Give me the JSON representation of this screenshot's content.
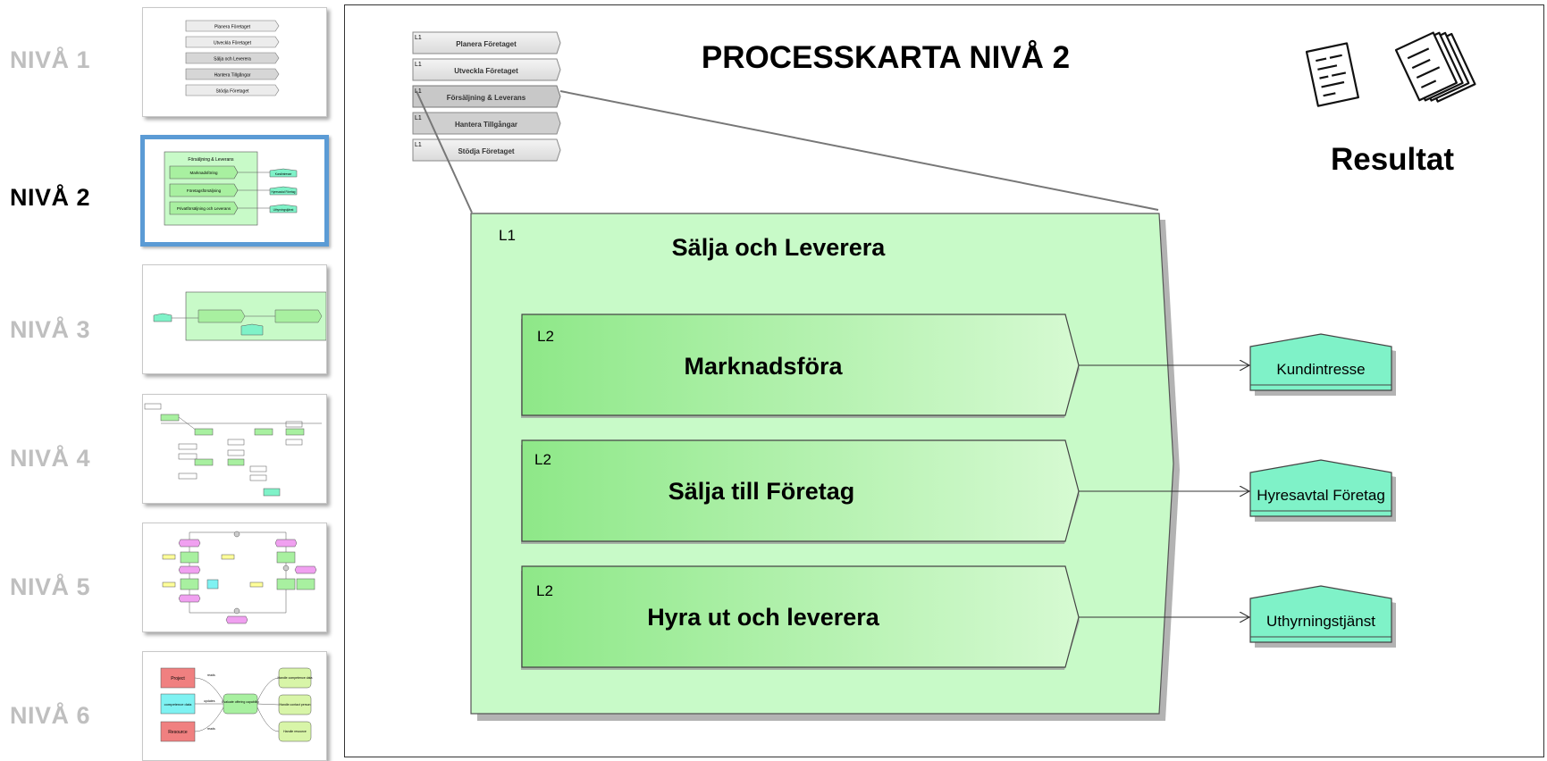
{
  "levels": [
    {
      "label": "NIVÅ 1",
      "active": false
    },
    {
      "label": "NIVÅ 2",
      "active": true
    },
    {
      "label": "NIVÅ 3",
      "active": false
    },
    {
      "label": "NIVÅ 4",
      "active": false
    },
    {
      "label": "NIVÅ 5",
      "active": false
    },
    {
      "label": "NIVÅ 6",
      "active": false
    }
  ],
  "thumbnails": {
    "level1_items": [
      "Planera Företaget",
      "Utveckla Företaget",
      "Sälja och Leverera",
      "Hantera Tillgångar",
      "Stödja Företaget"
    ],
    "level2": {
      "title": "Försäljning & Leverans",
      "items": [
        "Marknadsföring",
        "Företagsförsäljning",
        "Privatförsäljning och Leverans"
      ],
      "outputs": [
        "Kundintresse",
        "Hyresavtal Företag",
        "Uthyrningstjänst"
      ]
    },
    "level6": {
      "boxes": [
        "Project",
        "competence data",
        "Resource",
        "Evaluate offering capability",
        "Handle competence data",
        "Handle contact person",
        "Handle resource"
      ],
      "edge_labels": [
        "reads",
        "updates",
        "reads"
      ]
    }
  },
  "diagram": {
    "title": "PROCESSKARTA NIVÅ 2",
    "result_label": "Resultat",
    "nav_tag": "L1",
    "nav_items": [
      "Planera Företaget",
      "Utveckla Företaget",
      "Försäljning & Leverans",
      "Hantera Tillgångar",
      "Stödja Företaget"
    ],
    "nav_selected_index": 2,
    "main_process": {
      "tag": "L1",
      "title": "Sälja och Leverera"
    },
    "sub_processes": [
      {
        "tag": "L2",
        "title": "Marknadsföra"
      },
      {
        "tag": "L2",
        "title": "Sälja till Företag"
      },
      {
        "tag": "L2",
        "title": "Hyra ut och leverera"
      }
    ],
    "outputs": [
      "Kundintresse",
      "Hyresavtal Företag",
      "Uthyrningstjänst"
    ]
  },
  "colors": {
    "process_fill": "#c8fac8",
    "sub_process_fill": "#a8f0a0",
    "output_fill": "#7ff2c8",
    "nav_selected": "#c8c8c8",
    "thumb_active_border": "#5b9bd5"
  }
}
